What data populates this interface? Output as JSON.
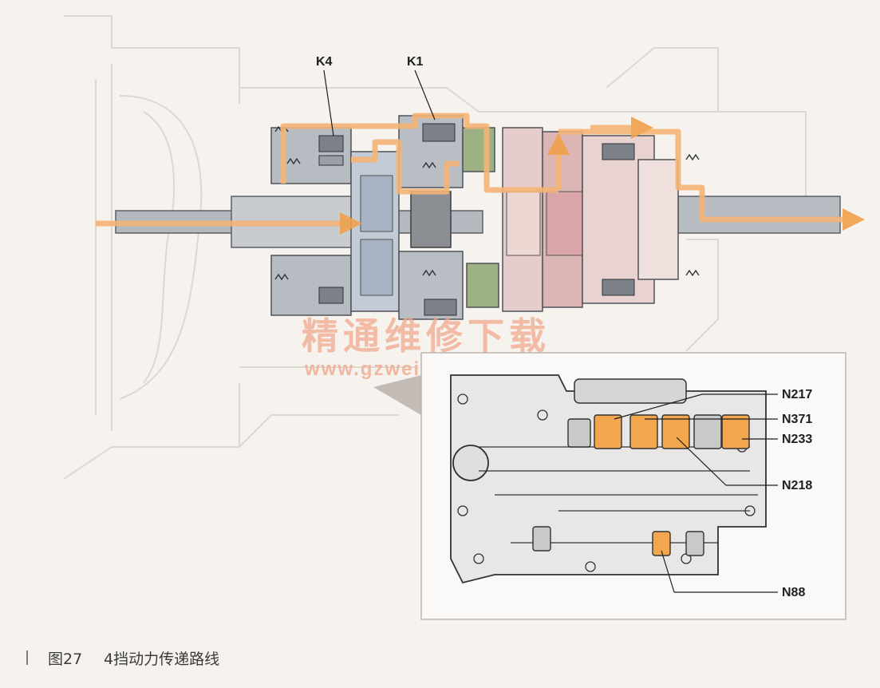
{
  "diagram": {
    "clutch_labels": [
      "K4",
      "K1"
    ],
    "valve_labels": [
      "N217",
      "N371",
      "N233",
      "N218",
      "N88"
    ]
  },
  "watermark": {
    "text": "精通维修下载",
    "url": "www.gzweix.com"
  },
  "caption": {
    "figure_number": "图27",
    "title": "4挡动力传递路线"
  },
  "colors": {
    "power_flow": "#f4b476",
    "solenoid": "#f2a64e",
    "housing_gray": "#9aa0a8",
    "gear_pink": "#e6bfc0",
    "green_part": "#9db184"
  }
}
